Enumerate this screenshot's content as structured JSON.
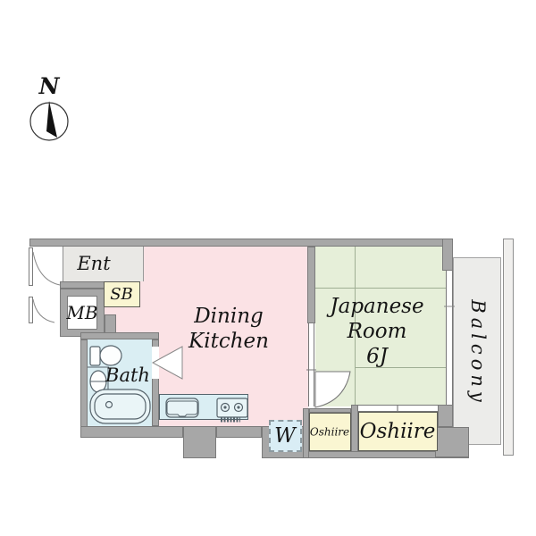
{
  "compass": {
    "label": "N"
  },
  "rooms": {
    "entrance": {
      "label": "Ent"
    },
    "shoe_box": {
      "label": "SB"
    },
    "meter_box": {
      "label": "MB"
    },
    "bath": {
      "label": "Bath"
    },
    "dining_kitchen": {
      "label_line1": "Dining",
      "label_line2": "Kitchen"
    },
    "japanese_room": {
      "label_line1": "Japanese",
      "label_line2": "Room",
      "size_label": "6J"
    },
    "washer_space": {
      "label": "W"
    },
    "closet_small": {
      "label": "Oshiire"
    },
    "closet_large": {
      "label": "Oshiire"
    },
    "balcony": {
      "label": "Balcony"
    }
  },
  "icons": {
    "compass": "north-arrow",
    "bath_fixtures": [
      "toilet",
      "sink",
      "bathtub"
    ],
    "kitchen_fixtures": [
      "kitchen-sink",
      "two-burner-stove"
    ]
  },
  "colors": {
    "wall": "#a7a7a7",
    "dining_kitchen": "#fbe2e5",
    "japanese_room": "#e6efd9",
    "bath": "#daeef3",
    "closet": "#faf6d2",
    "entrance_floor": "#e9e8e5",
    "balcony": "#ececea",
    "washer_box": "#d9edf5"
  }
}
